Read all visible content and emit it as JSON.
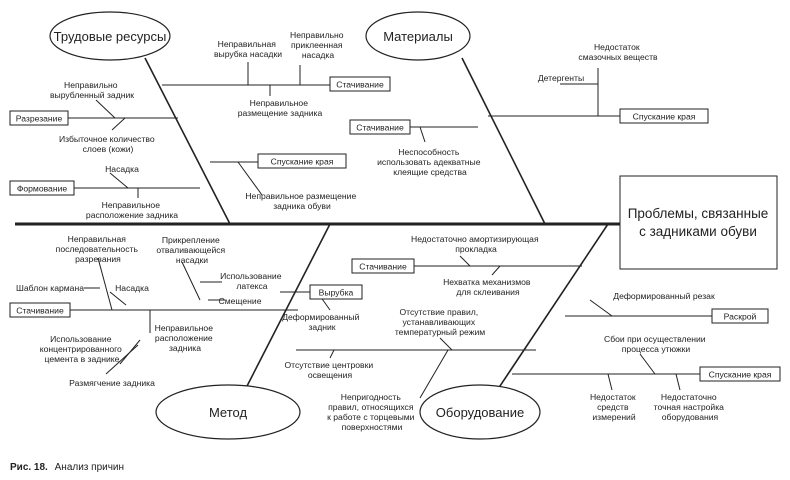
{
  "diagram": {
    "effect": [
      "Проблемы, связанные",
      "с  задниками обуви"
    ],
    "categories": {
      "labor": "Трудовые ресурсы",
      "materials": "Материалы",
      "method": "Метод",
      "equipment": "Оборудование"
    },
    "labor": {
      "cause1": [
        "Неправильная",
        "вырубка насадки"
      ],
      "cause2": [
        "Неправильно",
        "приклеенная",
        "насадка"
      ],
      "cause3": [
        "Неправильное",
        "размещение задника"
      ],
      "cause4": [
        "Неправильно",
        "вырубленный задник"
      ],
      "cause5": [
        "Избыточное количество",
        "слоев (кожи)"
      ],
      "cause6": "Насадка",
      "cause7": [
        "Неправильное",
        "расположение задника"
      ],
      "cause8": [
        "Неправильное размещение",
        "задника обуви"
      ],
      "tag_sewing": "Стачивание",
      "tag_cutting": "Разрезание",
      "tag_lasting": "Спускание края",
      "tag_forming": "Формование"
    },
    "materials": {
      "cause1": [
        "Недостаток",
        "смазочных веществ"
      ],
      "cause2": "Детергенты",
      "cause3": [
        "Неспособность",
        "использовать адекватные",
        "клеящие средства"
      ],
      "tag_lasting": "Спускание края",
      "tag_sewing": "Стачивание"
    },
    "method": {
      "cause1": [
        "Неправильная",
        "последовательность",
        "разрезания"
      ],
      "cause2": [
        "Прикрепление",
        "отваливающейся",
        "насадки"
      ],
      "cause3": [
        "Использование",
        "латекса"
      ],
      "cause4": "Смещение",
      "cause5": "Шаблон кармана",
      "cause6": "Насадка",
      "cause7": [
        "Деформированный",
        "задник"
      ],
      "cause8": [
        "Неправильное",
        "расположение",
        "задника"
      ],
      "cause9": [
        "Использование",
        "концентрированного",
        "цемента в заднике"
      ],
      "cause10": "Размягчение задника",
      "tag_sewing": "Стачивание",
      "tag_punch": "Вырубка"
    },
    "equipment": {
      "cause1": [
        "Недостаточно амортизирующая",
        "прокладка"
      ],
      "cause2": [
        "Нехватка механизмов",
        "для склеивания"
      ],
      "cause3": [
        "Отсутствие правил,",
        "устанавливающих",
        "температурный режим"
      ],
      "cause4": [
        "Отсутствие центровки",
        "освещения"
      ],
      "cause5": [
        "Непригодность",
        "правил, относящихся",
        "к работе с торцевыми",
        "поверхностями"
      ],
      "cause6": "Деформированный резак",
      "cause7": [
        "Сбои при осуществлении",
        "процесса утюжки"
      ],
      "cause8": [
        "Недостаток",
        "средств",
        "измерений"
      ],
      "cause9": [
        "Недостаточно",
        "точная настройка",
        "оборудования"
      ],
      "tag_sewing": "Стачивание",
      "tag_cutting": "Раскрой",
      "tag_lasting": "Спускание края"
    },
    "caption": {
      "label": "Рис. 18.",
      "text": "Анализ причин"
    }
  }
}
